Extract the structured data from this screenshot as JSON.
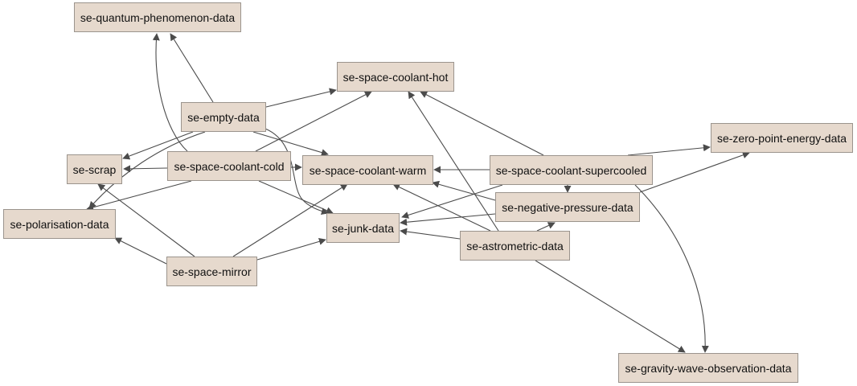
{
  "diagram": {
    "colors": {
      "node_fill": "#e6d9cd",
      "node_border": "#9b948d",
      "edge": "#4b4b4b",
      "text": "#111111",
      "background": "#ffffff"
    },
    "nodes": {
      "quantum": {
        "label": "se-quantum-phenomenon-data"
      },
      "hot": {
        "label": "se-space-coolant-hot"
      },
      "empty": {
        "label": "se-empty-data"
      },
      "zero": {
        "label": "se-zero-point-energy-data"
      },
      "scrap": {
        "label": "se-scrap"
      },
      "cold": {
        "label": "se-space-coolant-cold"
      },
      "warm": {
        "label": "se-space-coolant-warm"
      },
      "supercooled": {
        "label": "se-space-coolant-supercooled"
      },
      "polarisation": {
        "label": "se-polarisation-data"
      },
      "negative": {
        "label": "se-negative-pressure-data"
      },
      "junk": {
        "label": "se-junk-data"
      },
      "astrometric": {
        "label": "se-astrometric-data"
      },
      "mirror": {
        "label": "se-space-mirror"
      },
      "gravity": {
        "label": "se-gravity-wave-observation-data"
      }
    },
    "edges": [
      {
        "from": "empty",
        "to": "quantum"
      },
      {
        "from": "cold",
        "to": "quantum"
      },
      {
        "from": "empty",
        "to": "hot"
      },
      {
        "from": "cold",
        "to": "hot"
      },
      {
        "from": "supercooled",
        "to": "hot"
      },
      {
        "from": "astrometric",
        "to": "hot"
      },
      {
        "from": "empty",
        "to": "scrap"
      },
      {
        "from": "empty",
        "to": "polarisation"
      },
      {
        "from": "empty",
        "to": "warm"
      },
      {
        "from": "empty",
        "to": "junk"
      },
      {
        "from": "cold",
        "to": "scrap"
      },
      {
        "from": "cold",
        "to": "warm"
      },
      {
        "from": "cold",
        "to": "polarisation"
      },
      {
        "from": "cold",
        "to": "junk"
      },
      {
        "from": "supercooled",
        "to": "warm"
      },
      {
        "from": "supercooled",
        "to": "zero"
      },
      {
        "from": "supercooled",
        "to": "negative"
      },
      {
        "from": "supercooled",
        "to": "junk"
      },
      {
        "from": "supercooled",
        "to": "gravity"
      },
      {
        "from": "negative",
        "to": "warm"
      },
      {
        "from": "negative",
        "to": "junk"
      },
      {
        "from": "negative",
        "to": "zero"
      },
      {
        "from": "astrometric",
        "to": "junk"
      },
      {
        "from": "astrometric",
        "to": "negative"
      },
      {
        "from": "astrometric",
        "to": "warm"
      },
      {
        "from": "astrometric",
        "to": "gravity"
      },
      {
        "from": "mirror",
        "to": "scrap"
      },
      {
        "from": "mirror",
        "to": "polarisation"
      },
      {
        "from": "mirror",
        "to": "warm"
      },
      {
        "from": "mirror",
        "to": "junk"
      }
    ]
  }
}
